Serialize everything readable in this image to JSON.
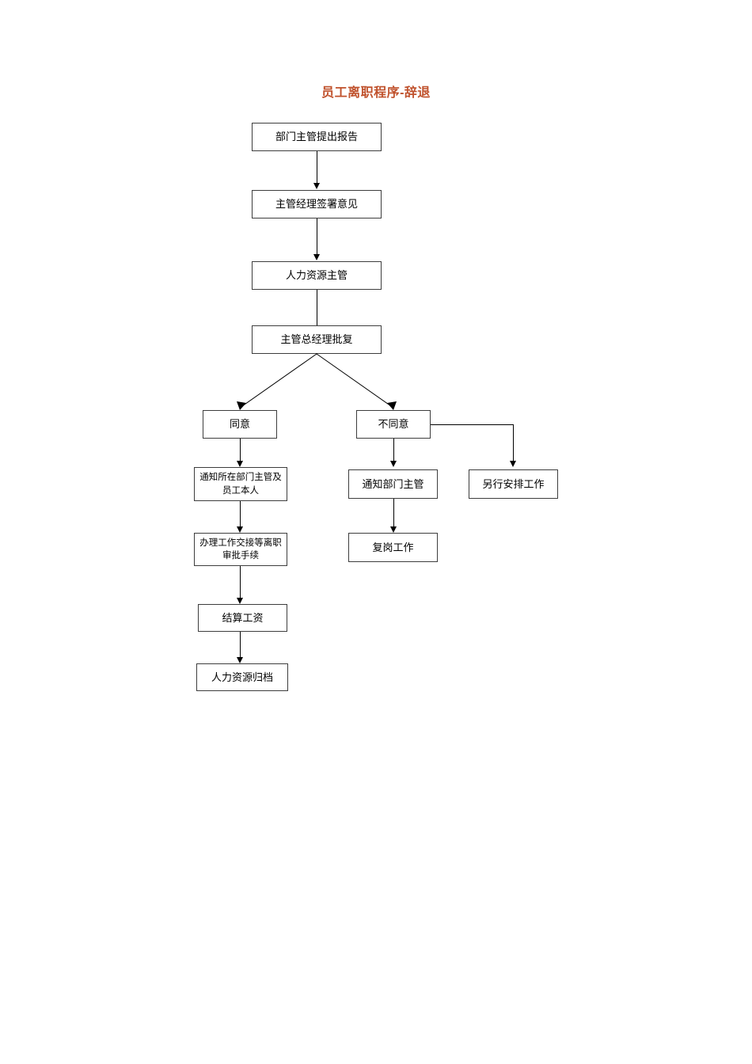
{
  "document": {
    "title": "员工离职程序-辞退",
    "title_color": "#C0522D",
    "page_background": "#ffffff"
  },
  "flowchart": {
    "type": "flowchart",
    "orientation": "top-to-bottom",
    "nodes": [
      {
        "id": "n1",
        "label": "部门主管提出报告"
      },
      {
        "id": "n2",
        "label": "主管经理签署意见"
      },
      {
        "id": "n3",
        "label": "人力资源主管"
      },
      {
        "id": "n4",
        "label": "主管总经理批复"
      },
      {
        "id": "n5",
        "label": "同意"
      },
      {
        "id": "n6",
        "label": "不同意"
      },
      {
        "id": "n7",
        "label": "通知所在部门主管及员工本人"
      },
      {
        "id": "n8",
        "label": "通知部门主管"
      },
      {
        "id": "n9",
        "label": "另行安排工作"
      },
      {
        "id": "n10",
        "label": "办理工作交接等离职审批手续"
      },
      {
        "id": "n11",
        "label": "复岗工作"
      },
      {
        "id": "n12",
        "label": "结算工资"
      },
      {
        "id": "n13",
        "label": "人力资源归档"
      }
    ],
    "edges": [
      {
        "from": "n1",
        "to": "n2"
      },
      {
        "from": "n2",
        "to": "n3"
      },
      {
        "from": "n3",
        "to": "n4"
      },
      {
        "from": "n4",
        "to": "n5"
      },
      {
        "from": "n4",
        "to": "n6"
      },
      {
        "from": "n5",
        "to": "n7"
      },
      {
        "from": "n6",
        "to": "n8"
      },
      {
        "from": "n6",
        "to": "n9"
      },
      {
        "from": "n7",
        "to": "n10"
      },
      {
        "from": "n8",
        "to": "n11"
      },
      {
        "from": "n10",
        "to": "n12"
      },
      {
        "from": "n12",
        "to": "n13"
      }
    ]
  }
}
